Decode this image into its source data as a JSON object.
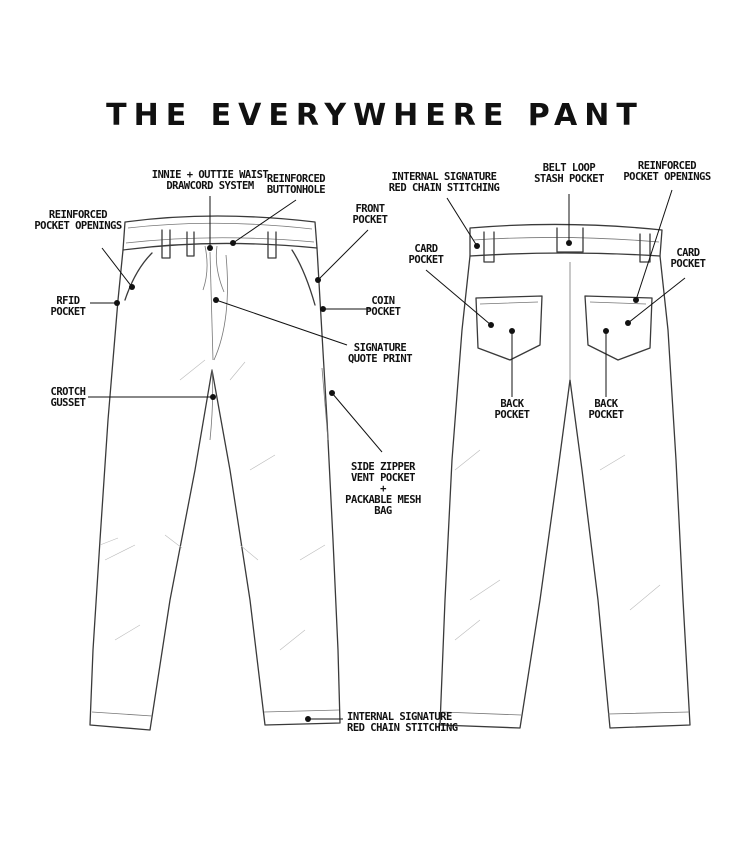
{
  "title": "THE EVERYWHERE PANT",
  "front_labels": {
    "drawcord": [
      "INNIE + OUTTIE WAIST",
      "DRAWCORD SYSTEM"
    ],
    "buttonhole": [
      "REINFORCED",
      "BUTTONHOLE"
    ],
    "pocket_openings": [
      "REINFORCED",
      "POCKET OPENINGS"
    ],
    "front_pocket": [
      "FRONT",
      "POCKET"
    ],
    "rfid": [
      "RFID",
      "POCKET"
    ],
    "coin": [
      "COIN",
      "POCKET"
    ],
    "quote": [
      "SIGNATURE",
      "QUOTE PRINT"
    ],
    "gusset": [
      "CROTCH",
      "GUSSET"
    ],
    "side_zipper": [
      "SIDE ZIPPER",
      "VENT POCKET",
      "+",
      "PACKABLE MESH",
      "BAG"
    ],
    "hem_stitching": [
      "INTERNAL SIGNATURE",
      "RED CHAIN STITCHING"
    ]
  },
  "back_labels": {
    "chain_stitching": [
      "INTERNAL SIGNATURE",
      "RED CHAIN STITCHING"
    ],
    "stash": [
      "BELT LOOP",
      "STASH POCKET"
    ],
    "pocket_openings": [
      "REINFORCED",
      "POCKET OPENINGS"
    ],
    "card_left": [
      "CARD",
      "POCKET"
    ],
    "card_right": [
      "CARD",
      "POCKET"
    ],
    "back_left": [
      "BACK",
      "POCKET"
    ],
    "back_right": [
      "BACK",
      "POCKET"
    ]
  }
}
